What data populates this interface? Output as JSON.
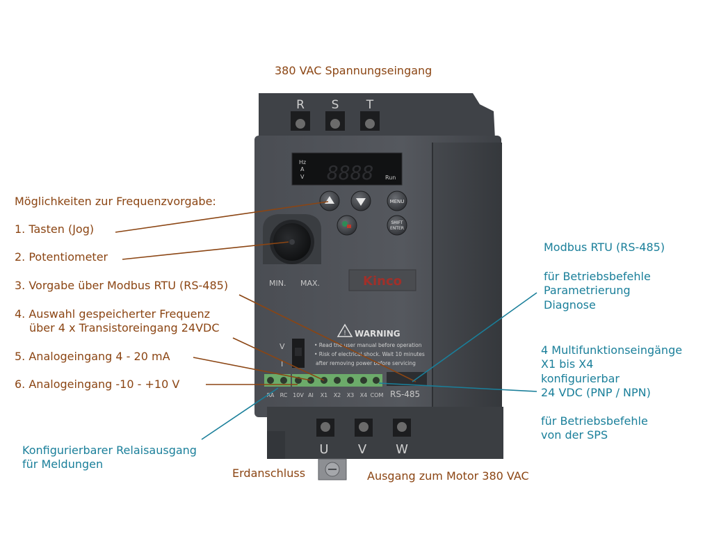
{
  "annotations": {
    "power_input": "380 VAC Spannungseingang",
    "freq_heading": "Möglichkeiten zur Frequenzvorgabe:",
    "freq_1": "1. Tasten (Jog)",
    "freq_2": "2. Potentiometer",
    "freq_3": "3. Vorgabe über Modbus RTU (RS-485)",
    "freq_4_line1": "4. Auswahl gespeicherter Frequenz",
    "freq_4_line2": "über 4 x Transistoreingang 24VDC",
    "freq_5": "5. Analogeingang 4 - 20 mA",
    "freq_6": "6. Analogeingang -10 - +10 V",
    "relay_line1": "Konfigurierbarer Relaisausgang",
    "relay_line2": "für Meldungen",
    "ground": "Erdanschluss",
    "motor_output": "Ausgang zum Motor 380 VAC",
    "modbus_title": "Modbus RTU (RS-485)",
    "modbus_uses": [
      "für Betriebsbefehle",
      "Parametrierung",
      "Diagnose"
    ],
    "inputs_lines": [
      "4 Multifunktionseingänge",
      "X1 bis X4",
      "konfigurierbar",
      "24 VDC (PNP / NPN)"
    ],
    "sps_lines": [
      "für Betriebsbefehle",
      "von der SPS"
    ]
  },
  "device": {
    "top_terminals": [
      "R",
      "S",
      "T"
    ],
    "bottom_terminals": [
      "U",
      "V",
      "W"
    ],
    "display_units": [
      "Hz",
      "A",
      "V"
    ],
    "display_digits": "8888",
    "run_label": "Run",
    "buttons": {
      "menu": "MENU",
      "shift": "SHIFT",
      "enter": "ENTER"
    },
    "pot_min": "MIN.",
    "pot_max": "MAX.",
    "brand": "Kinco",
    "warning_title": "WARNING",
    "warning_lines": [
      "• Read the user manual before operation",
      "• Risk of electrical shock. Wait 10 minutes",
      "after removing power before servicing"
    ],
    "switch_labels": [
      "V",
      "I"
    ],
    "control_terminals": [
      "RA",
      "RC",
      "10V",
      "AI",
      "X1",
      "X2",
      "X3",
      "X4",
      "COM"
    ],
    "rs485_label": "RS-485"
  },
  "colors": {
    "brown": "#8b4513",
    "teal": "#1a7f9a",
    "brand_red": "#c0392b"
  }
}
